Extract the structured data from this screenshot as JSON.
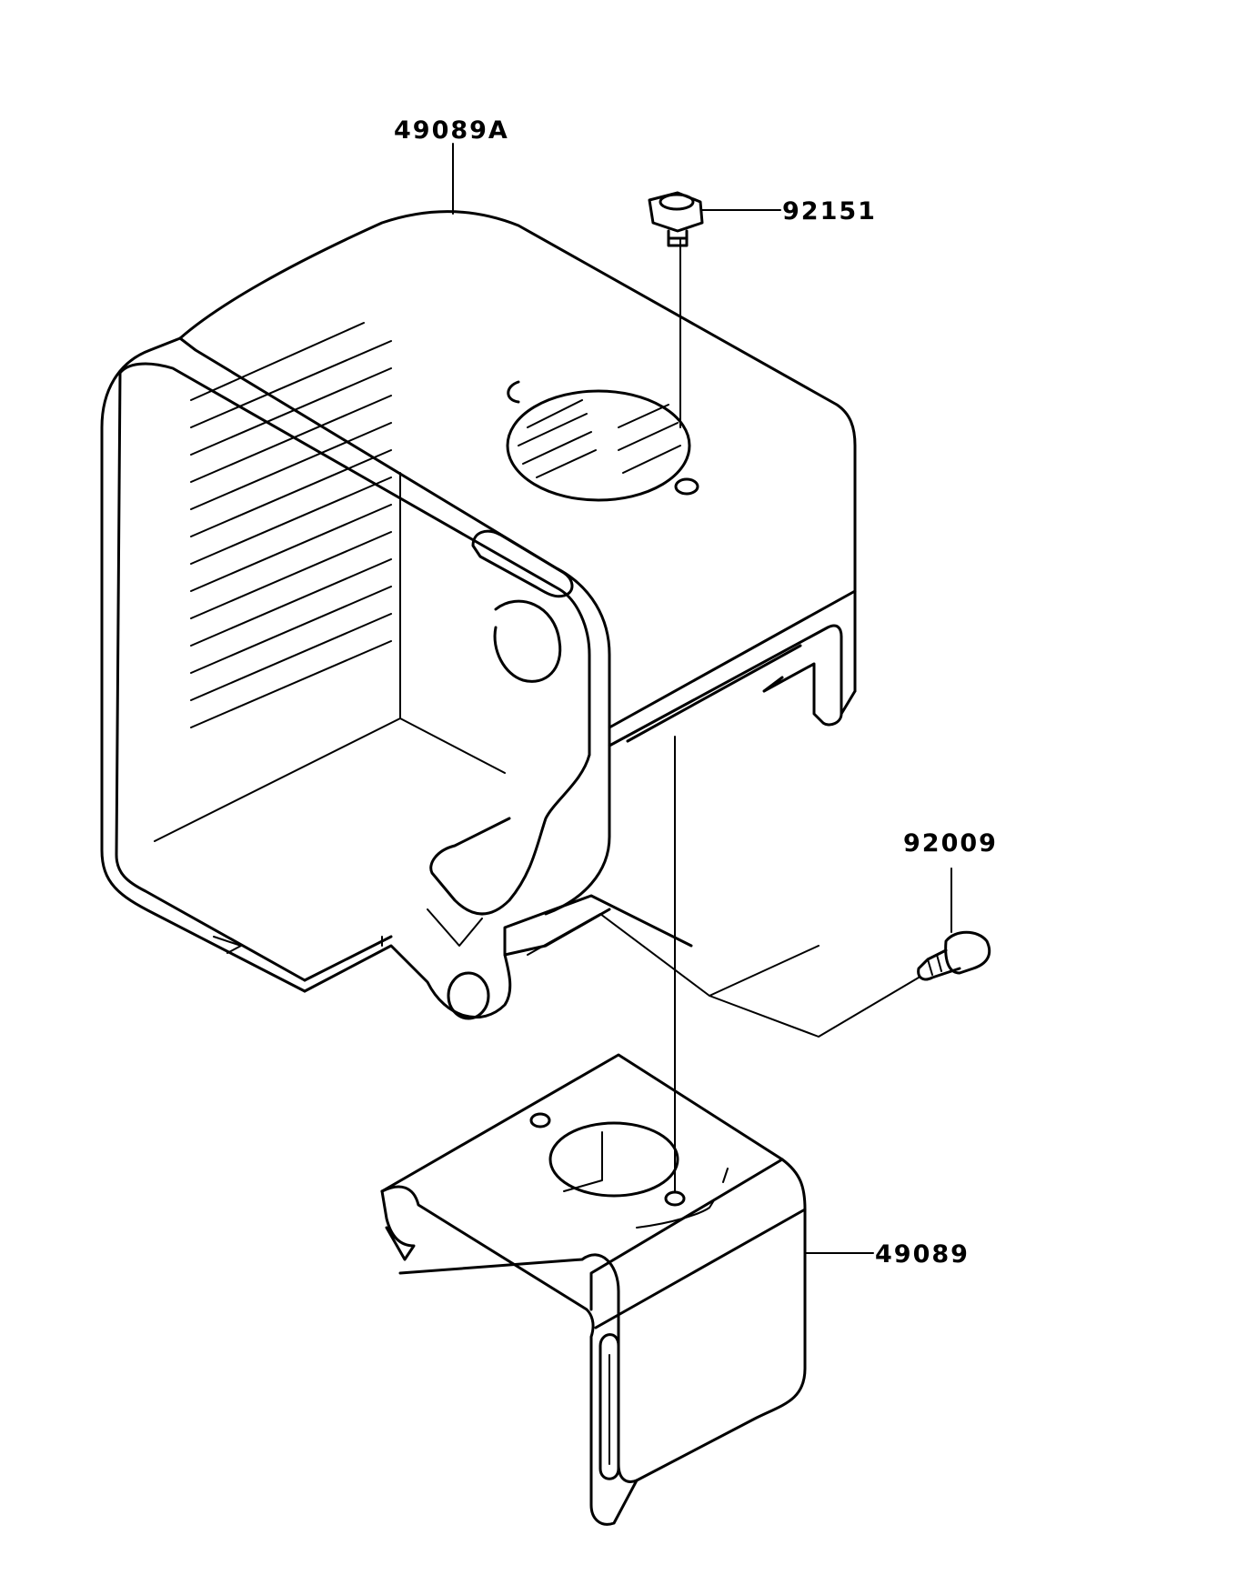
{
  "parts": [
    {
      "id": "49089A"
    },
    {
      "id": "92151"
    },
    {
      "id": "92009"
    },
    {
      "id": "49089"
    }
  ]
}
